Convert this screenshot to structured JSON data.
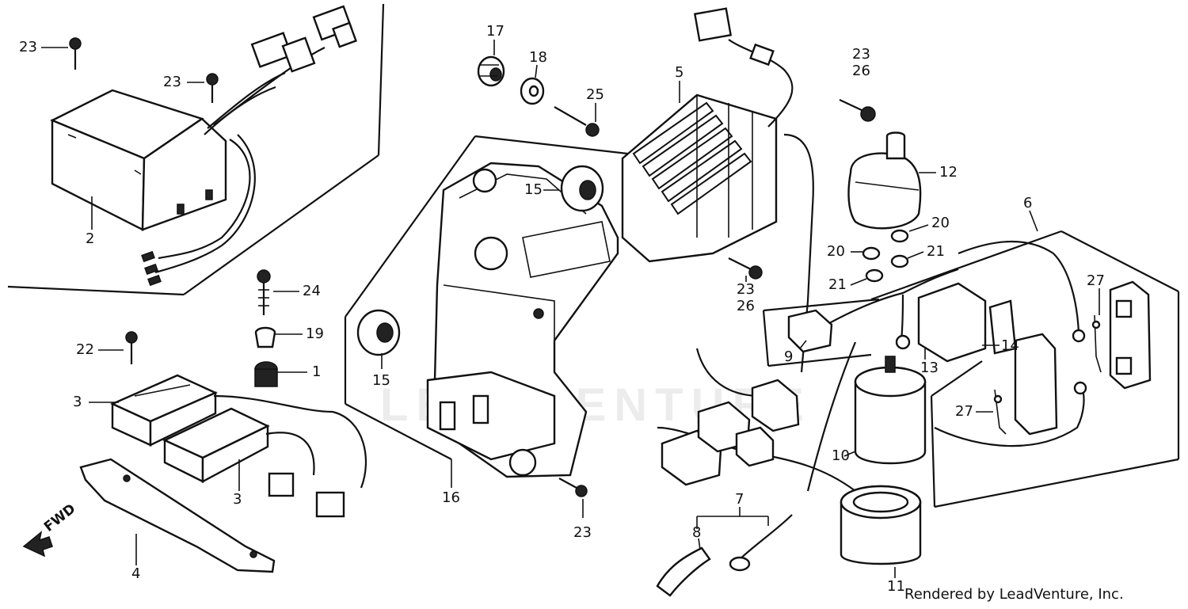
{
  "callouts": {
    "c1": "1",
    "c2": "2",
    "c3a": "3",
    "c3b": "3",
    "c4": "4",
    "c5": "5",
    "c6": "6",
    "c7": "7",
    "c8": "8",
    "c9": "9",
    "c10": "10",
    "c11": "11",
    "c12": "12",
    "c13": "13",
    "c14": "14",
    "c15a": "15",
    "c15b": "15",
    "c16": "16",
    "c17": "17",
    "c18": "18",
    "c19": "19",
    "c20a": "20",
    "c20b": "20",
    "c21a": "21",
    "c21b": "21",
    "c22": "22",
    "c23a": "23",
    "c23b": "23",
    "c23c": "23",
    "c23d": "23",
    "c23e": "23",
    "c24": "24",
    "c25": "25",
    "c26a": "26",
    "c26b": "26",
    "c27a": "27",
    "c27b": "27"
  },
  "direction_label": "FWD",
  "watermark": "LEADVENTURE",
  "credit": "Rendered by LeadVenture, Inc."
}
